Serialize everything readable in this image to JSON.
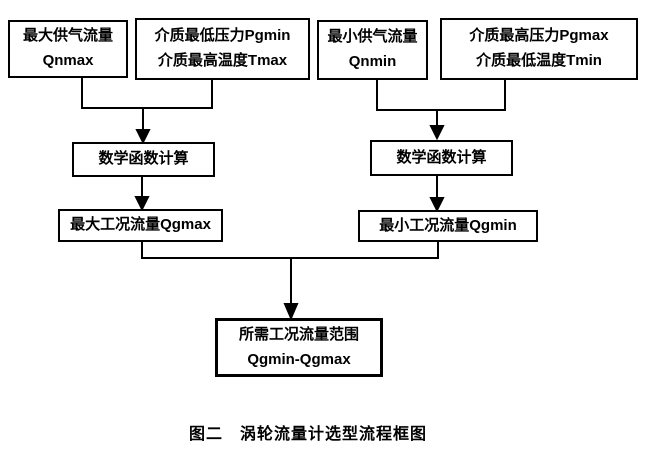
{
  "figure": {
    "caption": "图二　涡轮流量计选型流程框图"
  },
  "nodes": {
    "max_supply_flow": {
      "line1": "最大供气流量",
      "line2": "Qnmax"
    },
    "medium_min_pressure_max_temp": {
      "line1": "介质最低压力Pgmin",
      "line2": "介质最高温度Tmax"
    },
    "min_supply_flow": {
      "line1": "最小供气流量",
      "line2": "Qnmin"
    },
    "medium_max_pressure_min_temp": {
      "line1": "介质最高压力Pgmax",
      "line2": "介质最低温度Tmin"
    },
    "math_calc_left": {
      "label": "数学函数计算"
    },
    "math_calc_right": {
      "label": "数学函数计算"
    },
    "max_operating_flow": {
      "label": "最大工况流量Qgmax"
    },
    "min_operating_flow": {
      "label": "最小工况流量Qgmin"
    },
    "required_flow_range": {
      "line1": "所需工况流量范围",
      "line2": "Qgmin-Qgmax"
    }
  },
  "edges": [
    {
      "from": "max_supply_flow + medium_min_pressure_max_temp",
      "to": "math_calc_left"
    },
    {
      "from": "math_calc_left",
      "to": "max_operating_flow"
    },
    {
      "from": "min_supply_flow + medium_max_pressure_min_temp",
      "to": "math_calc_right"
    },
    {
      "from": "math_calc_right",
      "to": "min_operating_flow"
    },
    {
      "from": "max_operating_flow + min_operating_flow",
      "to": "required_flow_range"
    }
  ],
  "colors": {
    "background": "#ffffff",
    "line": "#000000",
    "text": "#000000"
  }
}
